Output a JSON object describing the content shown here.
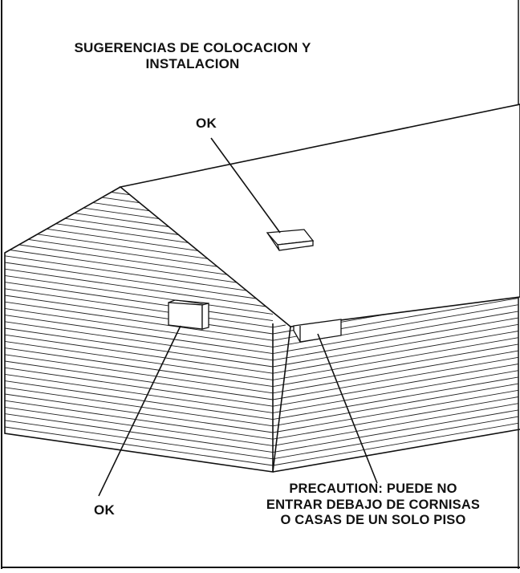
{
  "title": {
    "line1": "SUGERENCIAS DE COLOCACION Y",
    "line2": "INSTALACION"
  },
  "callouts": {
    "roof_ok": "OK",
    "wall_ok": "OK",
    "caution_line1": "PRECAUTION: PUEDE NO",
    "caution_line2": "ENTRAR DEBAJO DE CORNISAS",
    "caution_line3": "O CASAS DE UN SOLO PISO"
  }
}
